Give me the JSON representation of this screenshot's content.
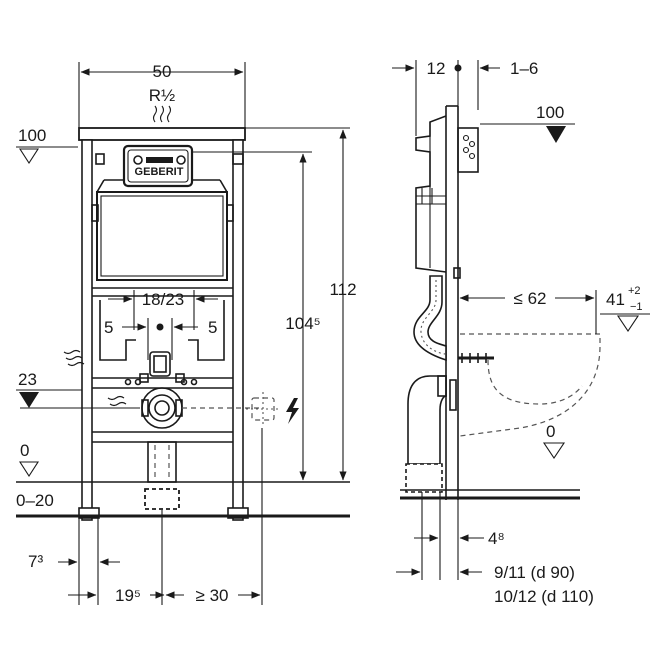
{
  "front_view": {
    "dims": {
      "width": "50",
      "thread": "R½",
      "flush_spacing": "18/23",
      "offset_left": "5",
      "offset_right": "5",
      "height_main": "104⁵",
      "height_total": "112",
      "foot": "7³",
      "drain_offset": "19⁵",
      "side_clearance": "≥ 30"
    },
    "levels": {
      "level_100": "100",
      "level_23": "23",
      "level_0": "0",
      "level_range": "0–20"
    },
    "plate_brand": "GEBERIT"
  },
  "side_view": {
    "dims": {
      "top_left": "12",
      "top_right": "1–6",
      "depth": "≤ 62",
      "base": "41",
      "base_sup": "+2",
      "base_sub": "−1",
      "wall": "4⁸",
      "pipe_line1": "9/11  (d 90)",
      "pipe_line2": "10/12 (d 110)"
    },
    "levels": {
      "level_100": "100",
      "level_0": "0"
    }
  }
}
